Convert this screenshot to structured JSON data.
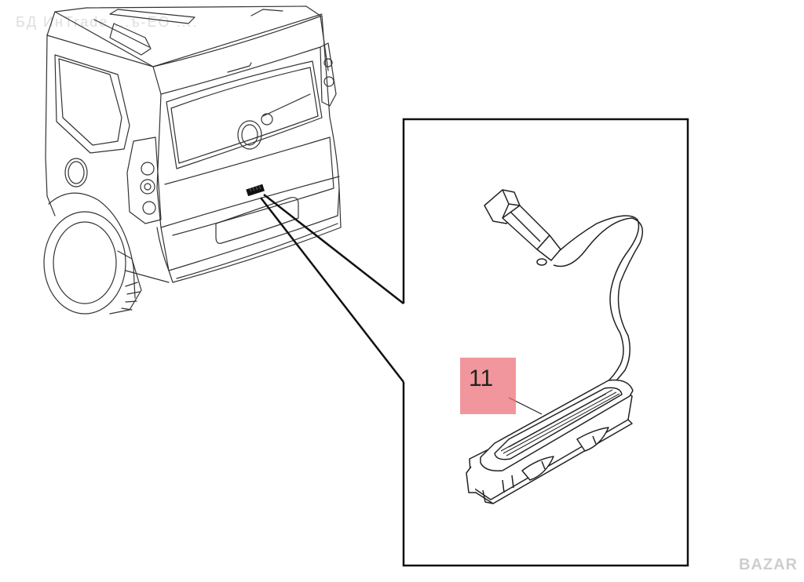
{
  "watermark": {
    "top_text": "БД ИнTrade ...ъ-ЕО ....",
    "bottom_text": "BAZAR"
  },
  "callout": {
    "number": "11",
    "highlight_color": "#ec6e76"
  },
  "colors": {
    "line": "#222222",
    "frame": "#111111",
    "background": "#ffffff"
  },
  "icons": {
    "vehicle": "van-rear-view-icon",
    "part": "tailgate-release-switch-icon",
    "connector": "wire-connector-icon"
  }
}
